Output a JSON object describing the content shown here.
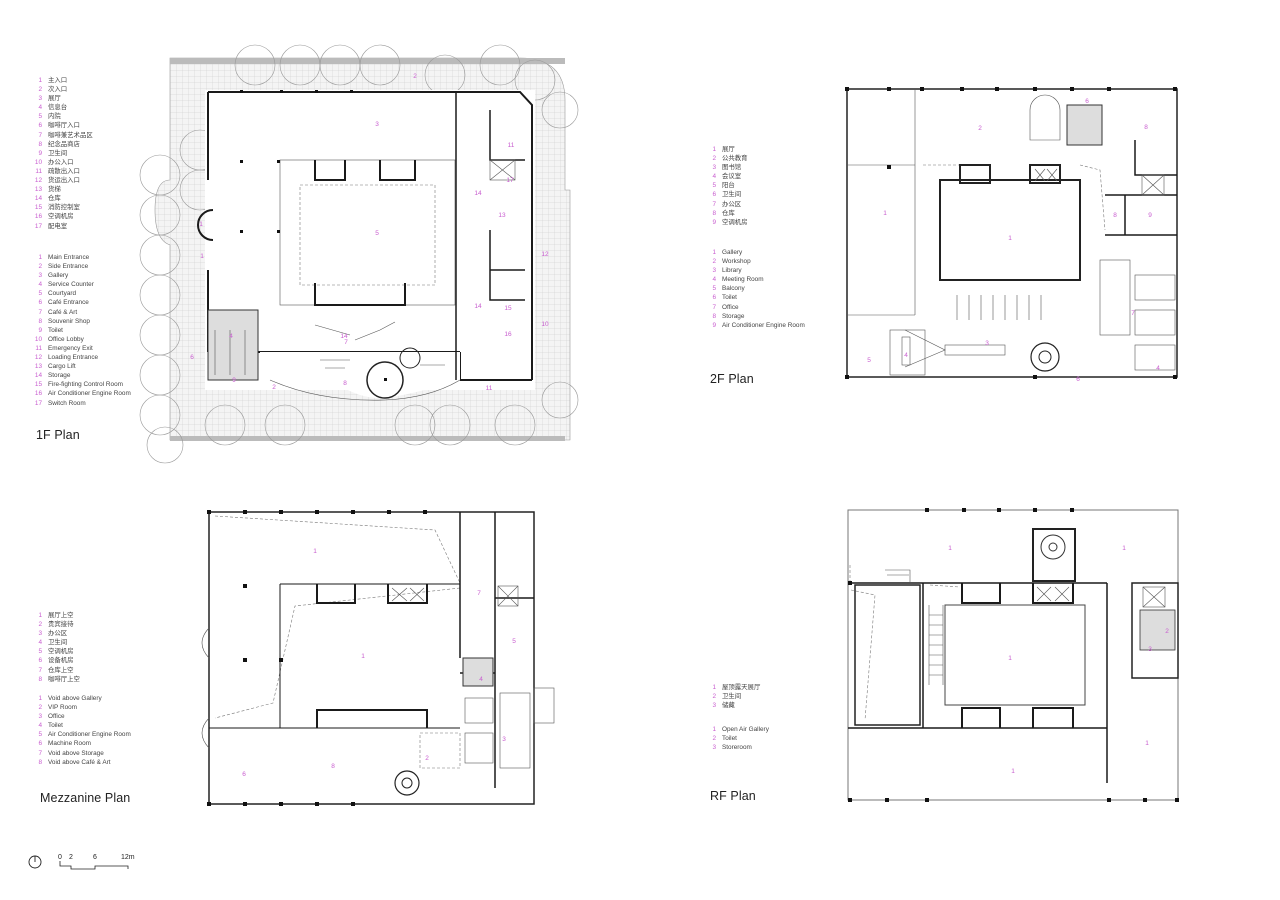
{
  "plans": {
    "f1": {
      "title": "1F Plan",
      "legend_cn": [
        {
          "n": "1",
          "t": "主入口"
        },
        {
          "n": "2",
          "t": "次入口"
        },
        {
          "n": "3",
          "t": "展厅"
        },
        {
          "n": "4",
          "t": "信息台"
        },
        {
          "n": "5",
          "t": "内院"
        },
        {
          "n": "6",
          "t": "咖啡厅入口"
        },
        {
          "n": "7",
          "t": "咖啡兼艺术品区"
        },
        {
          "n": "8",
          "t": "纪念品商店"
        },
        {
          "n": "9",
          "t": "卫生间"
        },
        {
          "n": "10",
          "t": "办公入口"
        },
        {
          "n": "11",
          "t": "疏散出入口"
        },
        {
          "n": "12",
          "t": "货运出入口"
        },
        {
          "n": "13",
          "t": "货梯"
        },
        {
          "n": "14",
          "t": "仓库"
        },
        {
          "n": "15",
          "t": "消防控制室"
        },
        {
          "n": "16",
          "t": "空调机房"
        },
        {
          "n": "17",
          "t": "配电室"
        }
      ],
      "legend_en": [
        {
          "n": "1",
          "t": "Main Entrance"
        },
        {
          "n": "2",
          "t": "Side Entrance"
        },
        {
          "n": "3",
          "t": "Gallery"
        },
        {
          "n": "4",
          "t": "Service Counter"
        },
        {
          "n": "5",
          "t": "Courtyard"
        },
        {
          "n": "6",
          "t": "Café Entrance"
        },
        {
          "n": "7",
          "t": "Café & Art"
        },
        {
          "n": "8",
          "t": "Souvenir Shop"
        },
        {
          "n": "9",
          "t": "Toilet"
        },
        {
          "n": "10",
          "t": "Office Lobby"
        },
        {
          "n": "11",
          "t": "Emergency Exit"
        },
        {
          "n": "12",
          "t": "Loading Entrance"
        },
        {
          "n": "13",
          "t": "Cargo Lift"
        },
        {
          "n": "14",
          "t": "Storage"
        },
        {
          "n": "15",
          "t": "Fire-fighting Control Room"
        },
        {
          "n": "16",
          "t": "Air Conditioner Engine Room"
        },
        {
          "n": "17",
          "t": "Switch Room"
        }
      ],
      "labels": {
        "l1": "1",
        "l2": "2",
        "l2b": "2",
        "l3": "3",
        "l4": "4",
        "l5": "5",
        "l6": "6",
        "l7": "7",
        "l8": "8",
        "l9": "9",
        "l10": "10",
        "l11": "11",
        "l11b": "11",
        "l12": "12",
        "l13": "13",
        "l14a": "14",
        "l14b": "14",
        "l14c": "14",
        "l15": "15",
        "l16": "16",
        "l17": "17"
      }
    },
    "f2": {
      "title": "2F Plan",
      "legend_cn": [
        {
          "n": "1",
          "t": "展厅"
        },
        {
          "n": "2",
          "t": "公共教育"
        },
        {
          "n": "3",
          "t": "图书馆"
        },
        {
          "n": "4",
          "t": "会议室"
        },
        {
          "n": "5",
          "t": "阳台"
        },
        {
          "n": "6",
          "t": "卫生间"
        },
        {
          "n": "7",
          "t": "办公区"
        },
        {
          "n": "8",
          "t": "仓库"
        },
        {
          "n": "9",
          "t": "空调机房"
        }
      ],
      "legend_en": [
        {
          "n": "1",
          "t": "Gallery"
        },
        {
          "n": "2",
          "t": "Workshop"
        },
        {
          "n": "3",
          "t": "Library"
        },
        {
          "n": "4",
          "t": "Meeting Room"
        },
        {
          "n": "5",
          "t": "Balcony"
        },
        {
          "n": "6",
          "t": "Toilet"
        },
        {
          "n": "7",
          "t": "Office"
        },
        {
          "n": "8",
          "t": "Storage"
        },
        {
          "n": "9",
          "t": "Air Conditioner Engine Room"
        }
      ],
      "labels": {
        "l1a": "1",
        "l1b": "1",
        "l2": "2",
        "l3": "3",
        "l4a": "4",
        "l4b": "4",
        "l5": "5",
        "l6a": "6",
        "l6b": "6",
        "l7": "7",
        "l8a": "8",
        "l8b": "8",
        "l9": "9"
      }
    },
    "mezz": {
      "title": "Mezzanine Plan",
      "legend_cn": [
        {
          "n": "1",
          "t": "展厅上空"
        },
        {
          "n": "2",
          "t": "贵宾接待"
        },
        {
          "n": "3",
          "t": "办公区"
        },
        {
          "n": "4",
          "t": "卫生间"
        },
        {
          "n": "5",
          "t": "空调机房"
        },
        {
          "n": "6",
          "t": "设备机房"
        },
        {
          "n": "7",
          "t": "仓库上空"
        },
        {
          "n": "8",
          "t": "咖啡厅上空"
        }
      ],
      "legend_en": [
        {
          "n": "1",
          "t": "Void above Gallery"
        },
        {
          "n": "2",
          "t": "VIP Room"
        },
        {
          "n": "3",
          "t": "Office"
        },
        {
          "n": "4",
          "t": "Toilet"
        },
        {
          "n": "5",
          "t": "Air Conditioner Engine Room"
        },
        {
          "n": "6",
          "t": "Machine Room"
        },
        {
          "n": "7",
          "t": "Void above Storage"
        },
        {
          "n": "8",
          "t": "Void above Café & Art"
        }
      ],
      "labels": {
        "l1a": "1",
        "l1b": "1",
        "l2": "2",
        "l3": "3",
        "l4": "4",
        "l5": "5",
        "l6": "6",
        "l7": "7",
        "l8": "8"
      }
    },
    "rf": {
      "title": "RF Plan",
      "legend_cn": [
        {
          "n": "1",
          "t": "屋顶露天展厅"
        },
        {
          "n": "2",
          "t": "卫生间"
        },
        {
          "n": "3",
          "t": "储藏"
        }
      ],
      "legend_en": [
        {
          "n": "1",
          "t": "Open Air Gallery"
        },
        {
          "n": "2",
          "t": "Toilet"
        },
        {
          "n": "3",
          "t": "Storeroom"
        }
      ],
      "labels": {
        "l1a": "1",
        "l1b": "1",
        "l1c": "1",
        "l1d": "1",
        "l1e": "1",
        "l2": "2",
        "l3": "3"
      }
    }
  },
  "scale_bar": {
    "ticks": [
      "0",
      "2",
      "6",
      "12m"
    ],
    "north_icon": "north-arrow-icon"
  },
  "colors": {
    "label": "#c85ccf",
    "wall": "#1a1a1a",
    "paving": "#e8e8e8"
  }
}
